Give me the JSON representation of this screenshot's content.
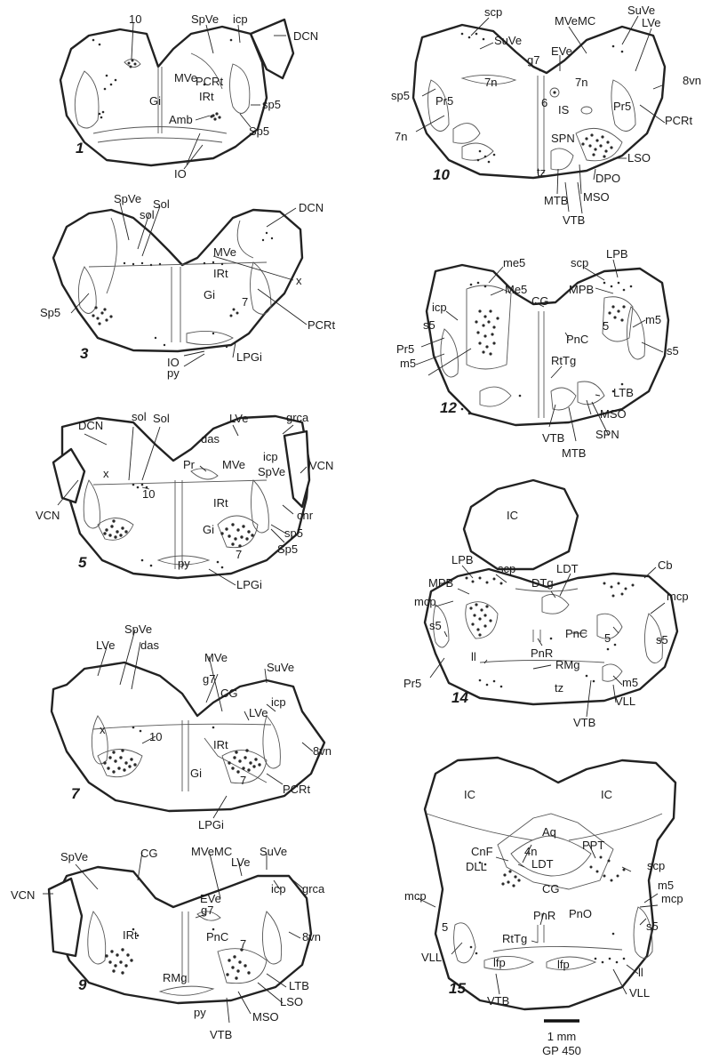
{
  "sections": [
    {
      "id": "1",
      "labels": [
        "10",
        "SpVe",
        "icp",
        "DCN",
        "MVe",
        "PCRt",
        "Gi",
        "IRt",
        "sp5",
        "Amb",
        "Sp5",
        "IO"
      ]
    },
    {
      "id": "3",
      "labels": [
        "SpVe",
        "sol",
        "Sol",
        "DCN",
        "MVe",
        "x",
        "IRt",
        "Gi",
        "7",
        "Sp5",
        "PCRt",
        "IO",
        "py",
        "LPGi"
      ]
    },
    {
      "id": "5",
      "labels": [
        "DCN",
        "sol",
        "Sol",
        "LVe",
        "grca",
        "das",
        "icp",
        "VCN",
        "Pr",
        "MVe",
        "SpVe",
        "x",
        "10",
        "IRt",
        "cnr",
        "Gi",
        "sp5",
        "Sp5",
        "7",
        "py",
        "LPGi",
        "VCN"
      ]
    },
    {
      "id": "7",
      "labels": [
        "SpVe",
        "LVe",
        "das",
        "SuVe",
        "MVe",
        "icp",
        "g7",
        "CG",
        "LVe",
        "x",
        "10",
        "8vn",
        "IRt",
        "Gi",
        "7",
        "PCRt",
        "LPGi"
      ]
    },
    {
      "id": "9",
      "labels": [
        "SpVe",
        "CG",
        "MVeMC",
        "LVe",
        "SuVe",
        "icp",
        "grca",
        "VCN",
        "EVe",
        "g7",
        "8vn",
        "IRt",
        "PnC",
        "7",
        "LTB",
        "RMg",
        "LSO",
        "py",
        "MSO",
        "VTB"
      ]
    },
    {
      "id": "10",
      "labels": [
        "scp",
        "SuVe",
        "MVeMC",
        "SuVe",
        "LVe",
        "EVe",
        "g7",
        "8vn",
        "7n",
        "7n",
        "sp5",
        "Pr5",
        "6",
        "IS",
        "Pr5",
        "PCRt",
        "7n",
        "SPN",
        "LSO",
        "tz",
        "DPO",
        "MTB",
        "MSO",
        "VTB"
      ]
    },
    {
      "id": "12",
      "labels": [
        "me5",
        "scp",
        "LPB",
        "Me5",
        "MPB",
        "CG",
        "icp",
        "5",
        "m5",
        "s5",
        "s5",
        "Pr5",
        "PnC",
        "m5",
        "RtTg",
        "LTB",
        "MSO",
        "VTB",
        "SPN",
        "MTB"
      ]
    },
    {
      "id": "14",
      "labels": [
        "IC",
        "LPB",
        "scp",
        "LDT",
        "Cb",
        "MPB",
        "DTg",
        "mcp",
        "mcp",
        "s5",
        "PnC",
        "5",
        "s5",
        "Pr5",
        "PnR",
        "ll",
        "RMg",
        "m5",
        "tz",
        "VLL",
        "VTB"
      ]
    },
    {
      "id": "15",
      "labels": [
        "IC",
        "IC",
        "Aq",
        "CnF",
        "4n",
        "PPT",
        "DLL",
        "LDT",
        "scp",
        "m5",
        "mcp",
        "CG",
        "mcp",
        "PnR",
        "PnO",
        "5",
        "RtTg",
        "s5",
        "VLL",
        "ll",
        "lfp",
        "lfp",
        "VLL",
        "VTB"
      ]
    }
  ],
  "scale": {
    "bar_label": "1 mm",
    "specimen": "GP 450"
  }
}
